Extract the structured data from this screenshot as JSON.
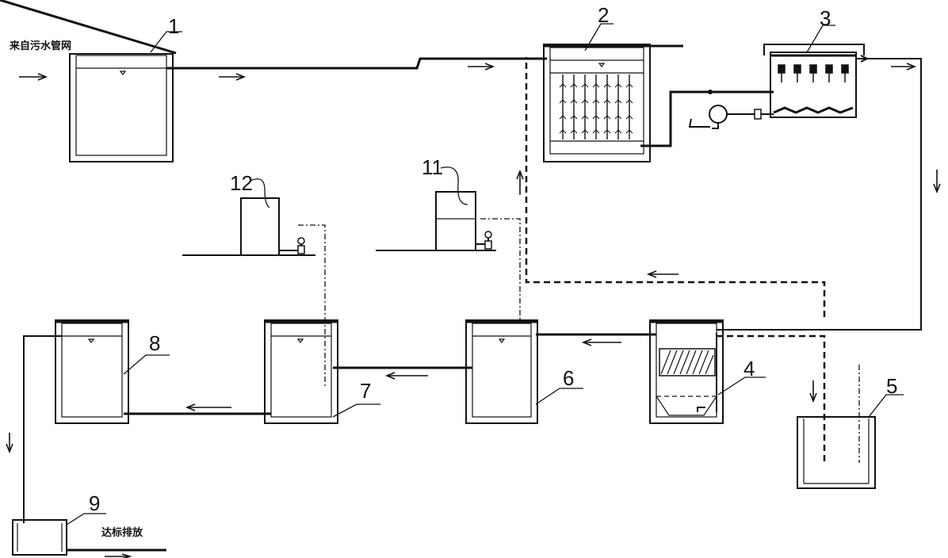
{
  "caption_source": "来自污水管网",
  "caption_discharge": "达标排放",
  "labels": [
    "1",
    "2",
    "3",
    "4",
    "5",
    "6",
    "7",
    "8",
    "9",
    "11",
    "12"
  ]
}
